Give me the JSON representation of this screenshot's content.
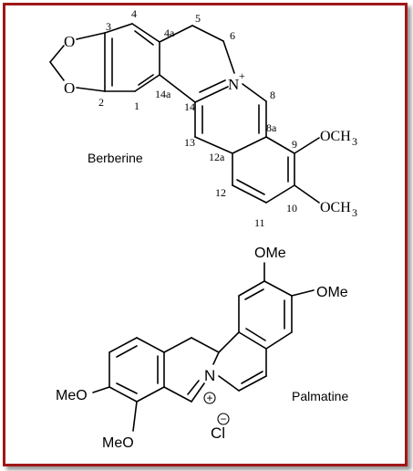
{
  "berberine": {
    "name": "Berberine",
    "atom_o1": "O",
    "atom_o2": "O",
    "atom_n": "N",
    "charge": "+",
    "och3_top": "OCH",
    "och3_bottom": "OCH",
    "sub3": "3",
    "positions": {
      "p1": "1",
      "p2": "2",
      "p3": "3",
      "p4": "4",
      "p4a": "4a",
      "p5": "5",
      "p6": "6",
      "p8": "8",
      "p8a": "8a",
      "p9": "9",
      "p10": "10",
      "p11": "11",
      "p12": "12",
      "p12a": "12a",
      "p13": "13",
      "p14": "14",
      "p14a": "14a"
    }
  },
  "palmatine": {
    "name": "Palmatine",
    "ome_top": "OMe",
    "ome_right": "OMe",
    "meo_left": "MeO",
    "meo_bottom": "MeO",
    "atom_n": "N",
    "charge_plus": "+",
    "counter_ion": "Cl",
    "charge_minus": "−"
  },
  "colors": {
    "frame": "#a01818",
    "shadow": "#9a9a9a"
  }
}
